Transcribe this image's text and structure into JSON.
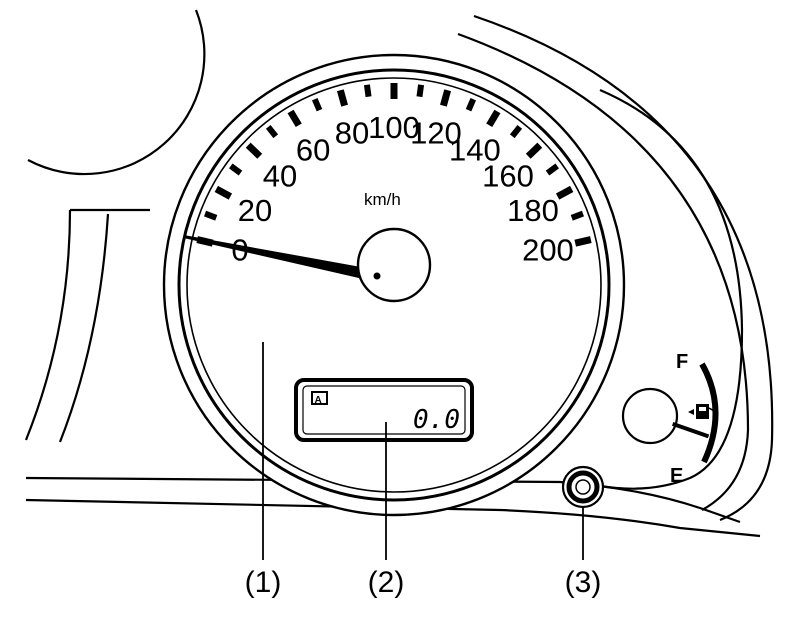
{
  "speedometer": {
    "unit": "km/h",
    "scale_min": 0,
    "scale_max": 200,
    "label_step": 20,
    "major_tick_step": 10,
    "needle_value": 0,
    "labels": [
      "0",
      "20",
      "40",
      "60",
      "80",
      "100",
      "120",
      "140",
      "160",
      "180",
      "200"
    ]
  },
  "odometer": {
    "reading": "0.0",
    "mode_indicator": "A"
  },
  "fuel_gauge": {
    "full_label": "F",
    "empty_label": "E",
    "icon": "fuel-pump-icon",
    "level": 0.2
  },
  "callouts": [
    {
      "id": "needle",
      "label": "(1)"
    },
    {
      "id": "odometer",
      "label": "(2)"
    },
    {
      "id": "reset-knob",
      "label": "(3)"
    }
  ]
}
